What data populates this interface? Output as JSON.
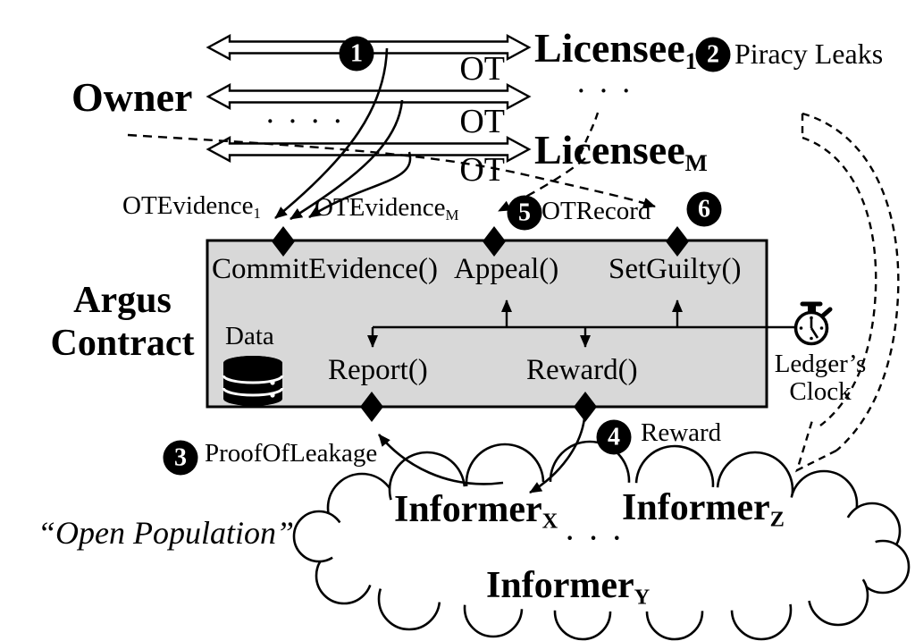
{
  "figure": {
    "background": "#ffffff",
    "ink": "#000000",
    "contract_box_fill": "#d8d8d8"
  },
  "actors": {
    "owner": "Owner",
    "licensee_1": {
      "base": "Licensee",
      "sub": "1"
    },
    "licensee_m": {
      "base": "Licensee",
      "sub": "M"
    },
    "informer_x": {
      "base": "Informer",
      "sub": "X"
    },
    "informer_y": {
      "base": "Informer",
      "sub": "Y"
    },
    "informer_z": {
      "base": "Informer",
      "sub": "Z"
    },
    "open_population": "“Open Population”"
  },
  "contract": {
    "title_line1": "Argus",
    "title_line2": "Contract",
    "functions": {
      "commit_evidence": "CommitEvidence()",
      "appeal": "Appeal()",
      "set_guilty": "SetGuilty()",
      "report": "Report()",
      "reward": "Reward()"
    },
    "data_store_label": "Data"
  },
  "channels": {
    "ot_1": "OT",
    "ot_2": "OT",
    "ot_3": "OT"
  },
  "messages": {
    "ot_evidence_1": {
      "base": "OTEvidence",
      "sub": "1"
    },
    "ot_evidence_m": {
      "base": "OTEvidence",
      "sub": "M"
    },
    "ot_record": "OTRecord",
    "proof_of_leakage": "ProofOfLeakage",
    "reward": "Reward",
    "piracy_leaks": "Piracy Leaks"
  },
  "steps": {
    "s1": "1",
    "s2": "2",
    "s3": "3",
    "s4": "4",
    "s5": "5",
    "s6": "6"
  },
  "clock": {
    "line1": "Ledger’s",
    "line2": "Clock"
  },
  "ellipses": {
    "owner_side": "· · · ·",
    "licensees": "· · ·",
    "informers": "· · ·"
  }
}
